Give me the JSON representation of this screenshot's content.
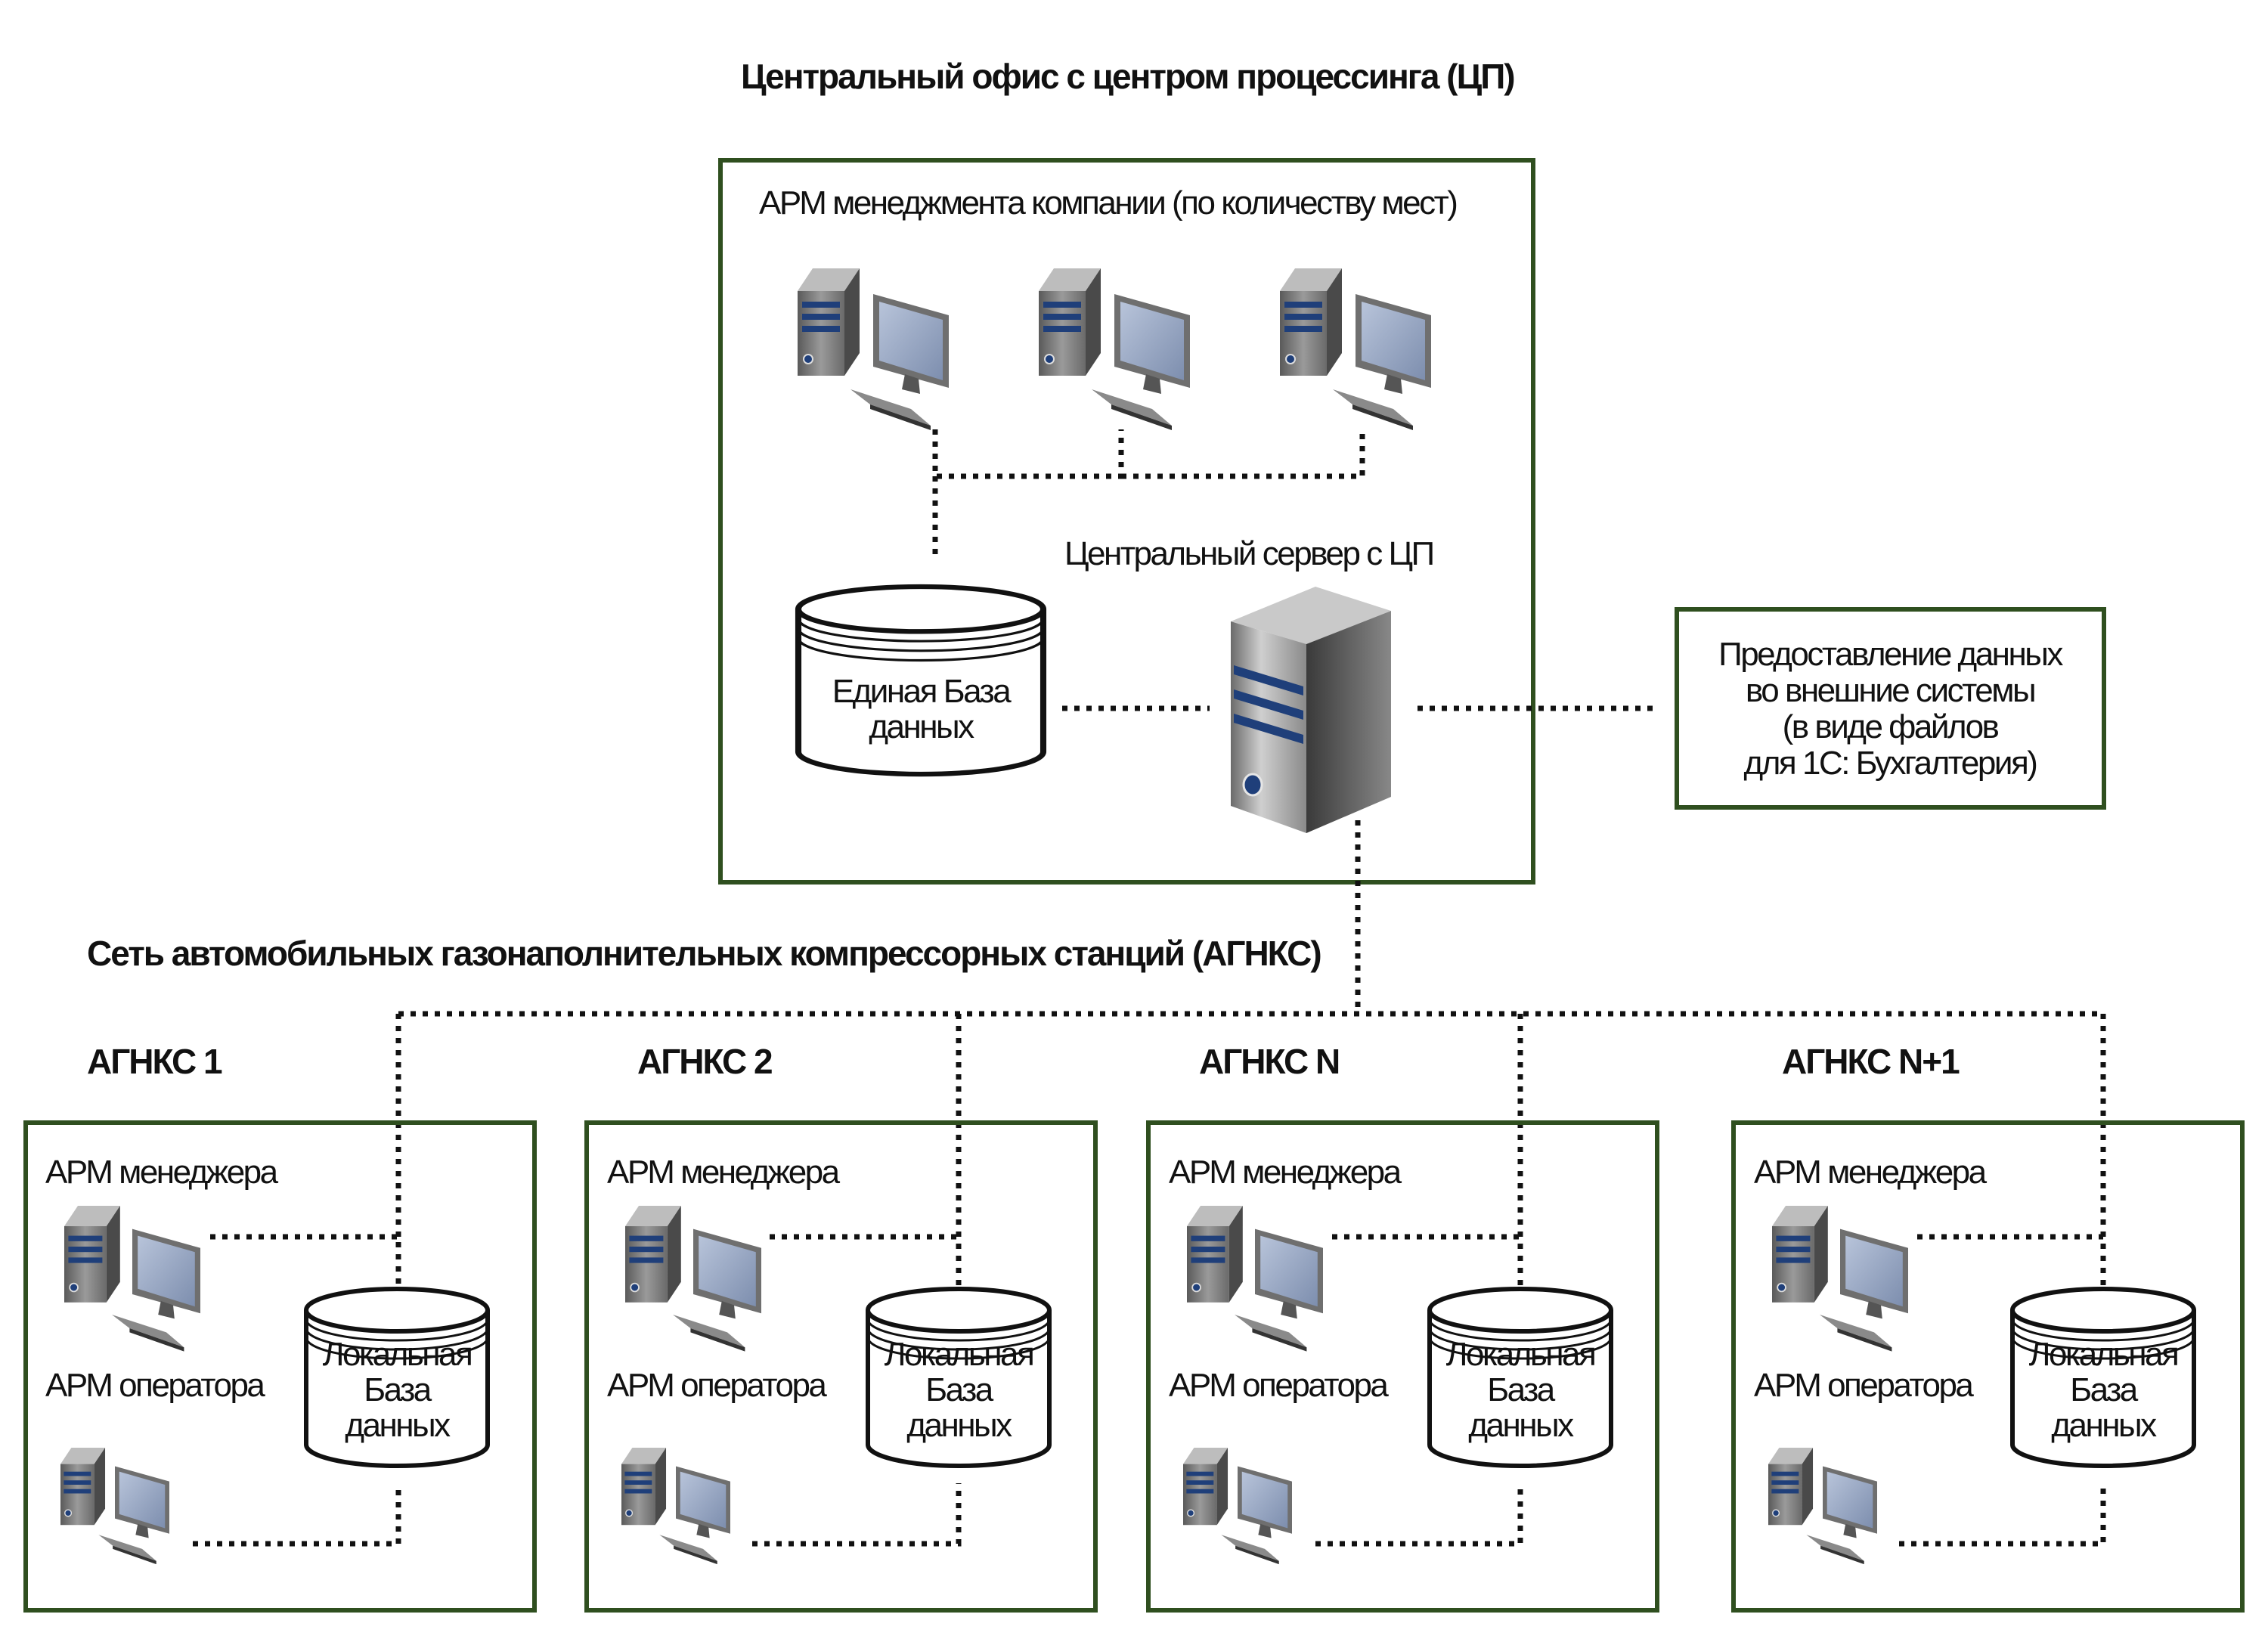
{
  "central": {
    "title": "Центральный офис с центром процессинга (ЦП)",
    "arm_label": "АРМ менеджмента компании (по количеству мест)",
    "server_label": "Центральный сервер с ЦП",
    "db_line1": "Единая База",
    "db_line2": "данных"
  },
  "external": {
    "line1": "Предоставление данных",
    "line2": "во внешние системы",
    "line3": "(в виде файлов",
    "line4": "для 1С: Бухгалтерия)"
  },
  "network": {
    "title": "Сеть автомобильных газонаполнительных компрессорных станций (АГНКС)"
  },
  "stations": [
    {
      "name": "АГНКС 1",
      "manager": "АРМ менеджера",
      "operator": "АРМ оператора",
      "db_line1": "Локальная",
      "db_line2": "База",
      "db_line3": "данных"
    },
    {
      "name": "АГНКС 2",
      "manager": "АРМ менеджера",
      "operator": "АРМ оператора",
      "db_line1": "Локальная",
      "db_line2": "База",
      "db_line3": "данных"
    },
    {
      "name": "АГНКС N",
      "manager": "АРМ менеджера",
      "operator": "АРМ оператора",
      "db_line1": "Локальная",
      "db_line2": "База",
      "db_line3": "данных"
    },
    {
      "name": "АГНКС N+1",
      "manager": "АРМ менеджера",
      "operator": "АРМ оператора",
      "db_line1": "Локальная",
      "db_line2": "База",
      "db_line3": "данных"
    }
  ],
  "colors": {
    "frame": "#2f4f1f",
    "stripe": "#1f3f7a",
    "screen": "#9aa9c4"
  }
}
